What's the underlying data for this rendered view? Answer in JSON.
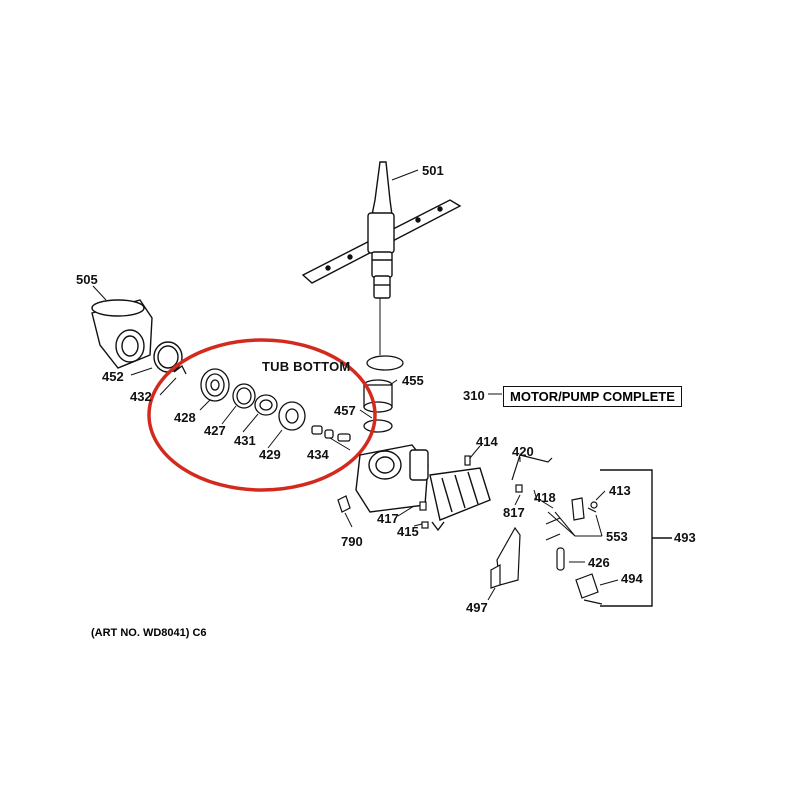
{
  "callouts": {
    "p501": "501",
    "p505": "505",
    "p452": "452",
    "p432": "432",
    "p455": "455",
    "p457": "457",
    "p428": "428",
    "p427": "427",
    "p431": "431",
    "p429": "429",
    "p434": "434",
    "p310": "310",
    "p414": "414",
    "p420": "420",
    "p418": "418",
    "p413": "413",
    "p817": "817",
    "p417": "417",
    "p415": "415",
    "p790": "790",
    "p553": "553",
    "p493": "493",
    "p426": "426",
    "p494": "494",
    "p497": "497"
  },
  "labels": {
    "tub_bottom": "TUB BOTTOM",
    "motor_pump_complete": "MOTOR/PUMP COMPLETE",
    "art_no": "(ART NO. WD8041) C6"
  },
  "colors": {
    "line": "#111111",
    "highlight_circle": "#d42a1e",
    "background": "#ffffff"
  }
}
